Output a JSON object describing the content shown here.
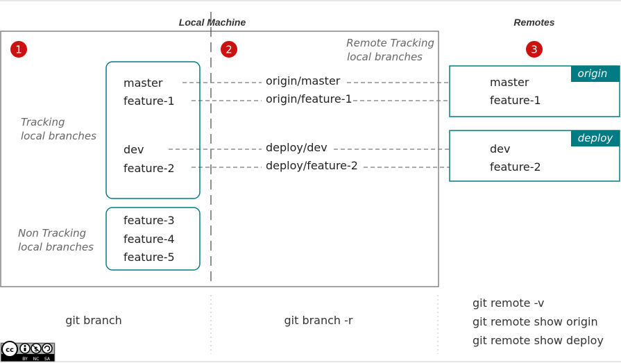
{
  "headers": {
    "local": "Local Machine",
    "remotes": "Remotes"
  },
  "badges": [
    "1",
    "2",
    "3"
  ],
  "colors": {
    "badge": "#cc1111",
    "teal": "#007b84",
    "box": "#666666",
    "dash": "#777777"
  },
  "groups": {
    "tracking": [
      "Tracking",
      "local branches"
    ],
    "non_tracking": [
      "Non Tracking",
      "local branches"
    ],
    "remote_tracking": [
      "Remote Tracking",
      "local branches"
    ]
  },
  "local_tracking": [
    "master",
    "feature-1",
    "dev",
    "feature-2"
  ],
  "local_non_tracking": [
    "feature-3",
    "feature-4",
    "feature-5"
  ],
  "remote_tracking_branches": [
    "origin/master",
    "origin/feature-1",
    "deploy/dev",
    "deploy/feature-2"
  ],
  "remotes": [
    {
      "name": "origin",
      "branches": [
        "master",
        "feature-1"
      ]
    },
    {
      "name": "deploy",
      "branches": [
        "dev",
        "feature-2"
      ]
    }
  ],
  "commands": {
    "col1": [
      "git branch"
    ],
    "col2": [
      "git branch -r"
    ],
    "col3": [
      "git remote -v",
      "git remote show origin",
      "git remote show deploy"
    ]
  },
  "license": {
    "icon": "cc-icon",
    "parts": [
      "BY",
      "NC",
      "SA"
    ]
  }
}
